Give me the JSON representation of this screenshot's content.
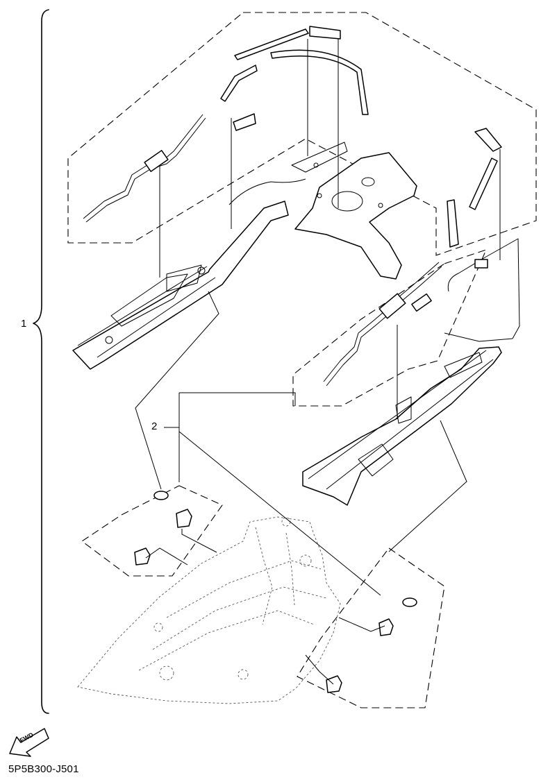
{
  "callouts": {
    "assembly": "1",
    "subassembly": "2"
  },
  "diagram_code": "5P5B300-J501",
  "fwd_badge": "FWD",
  "icons": {
    "fwd": "forward-direction-arrow-icon"
  }
}
